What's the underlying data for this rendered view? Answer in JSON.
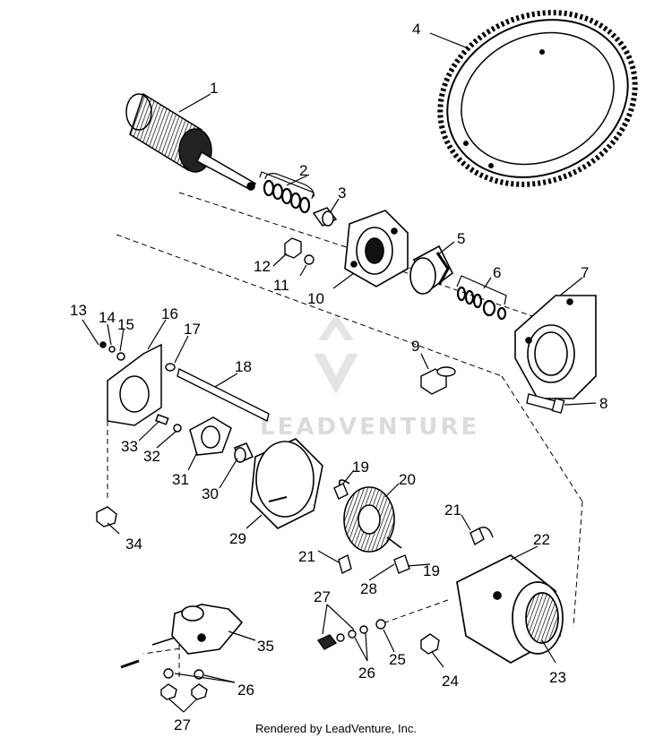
{
  "watermark": "LEADVENTURE",
  "footer": "Rendered by LeadVenture, Inc.",
  "callouts": [
    "1",
    "2",
    "3",
    "4",
    "5",
    "6",
    "7",
    "8",
    "9",
    "10",
    "11",
    "12",
    "13",
    "14",
    "15",
    "16",
    "17",
    "18",
    "19",
    "20",
    "21",
    "22",
    "23",
    "24",
    "25",
    "26",
    "27",
    "28",
    "29",
    "30",
    "31",
    "32",
    "33",
    "34",
    "35"
  ],
  "callouts_repeated": {
    "19": "19",
    "21": "21",
    "26": "26",
    "27": "27"
  }
}
